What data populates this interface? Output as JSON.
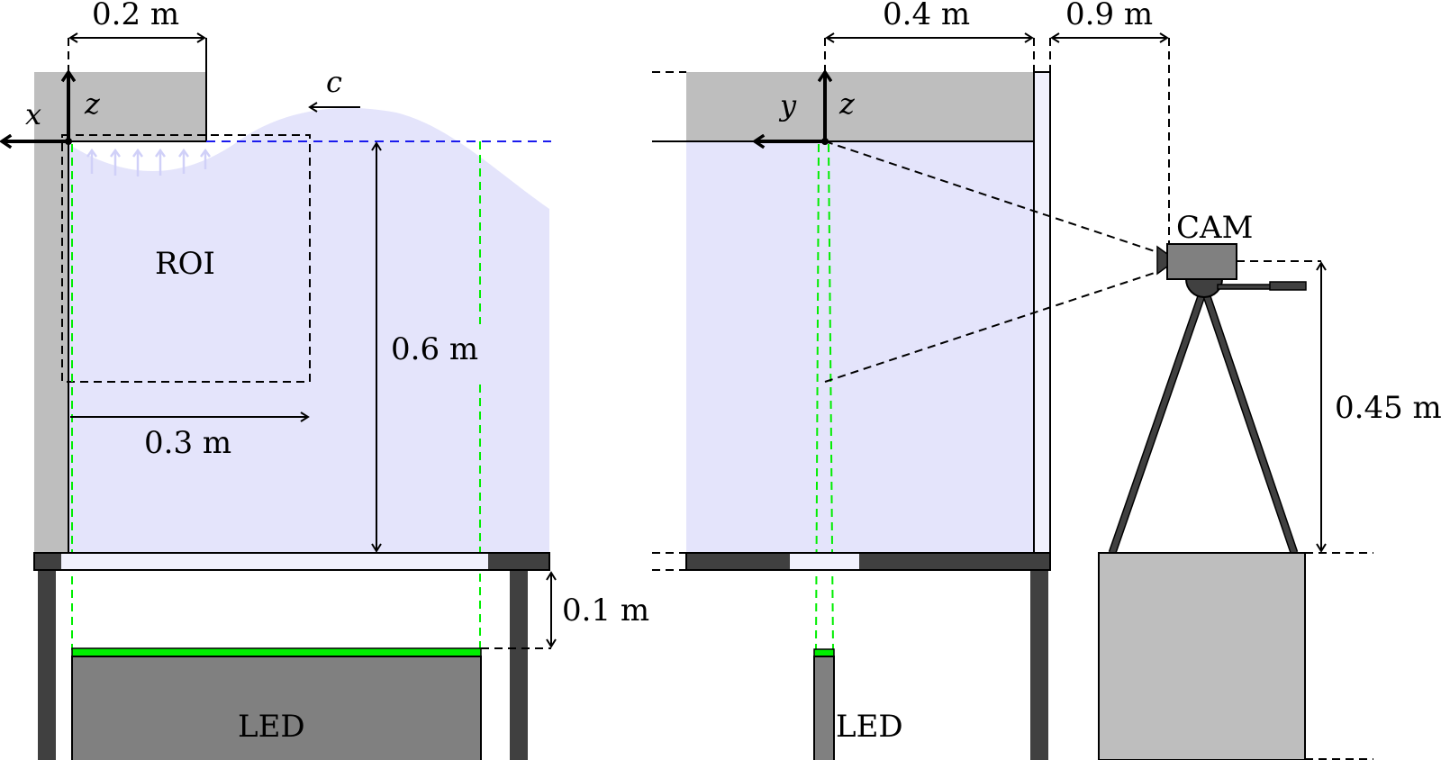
{
  "colors": {
    "water": "#e4e4fb",
    "wall": "#bebebe",
    "glass": "#f1f1fd",
    "frame": "#404040",
    "led_body": "#808080",
    "led_light": "#00ee00",
    "still_water_level": "#1a1aee",
    "camera_body": "#808080",
    "stand": "#bebebe",
    "upwelling_arrows": "#d0d0f8"
  },
  "left_view": {
    "axes": {
      "horizontal": "x",
      "vertical": "z"
    },
    "wave_speed_label": "c",
    "roi_label": "ROI",
    "led_label": "LED",
    "dimensions": {
      "wall_width": "0.2 m",
      "roi_width": "0.3 m",
      "water_depth": "0.6 m",
      "led_gap": "0.1 m"
    }
  },
  "right_view": {
    "axes": {
      "horizontal": "y",
      "vertical": "z"
    },
    "camera_label": "CAM",
    "led_label": "LED",
    "dimensions": {
      "tank_width": "0.4 m",
      "camera_distance": "0.9 m",
      "camera_height": "0.45 m"
    }
  }
}
